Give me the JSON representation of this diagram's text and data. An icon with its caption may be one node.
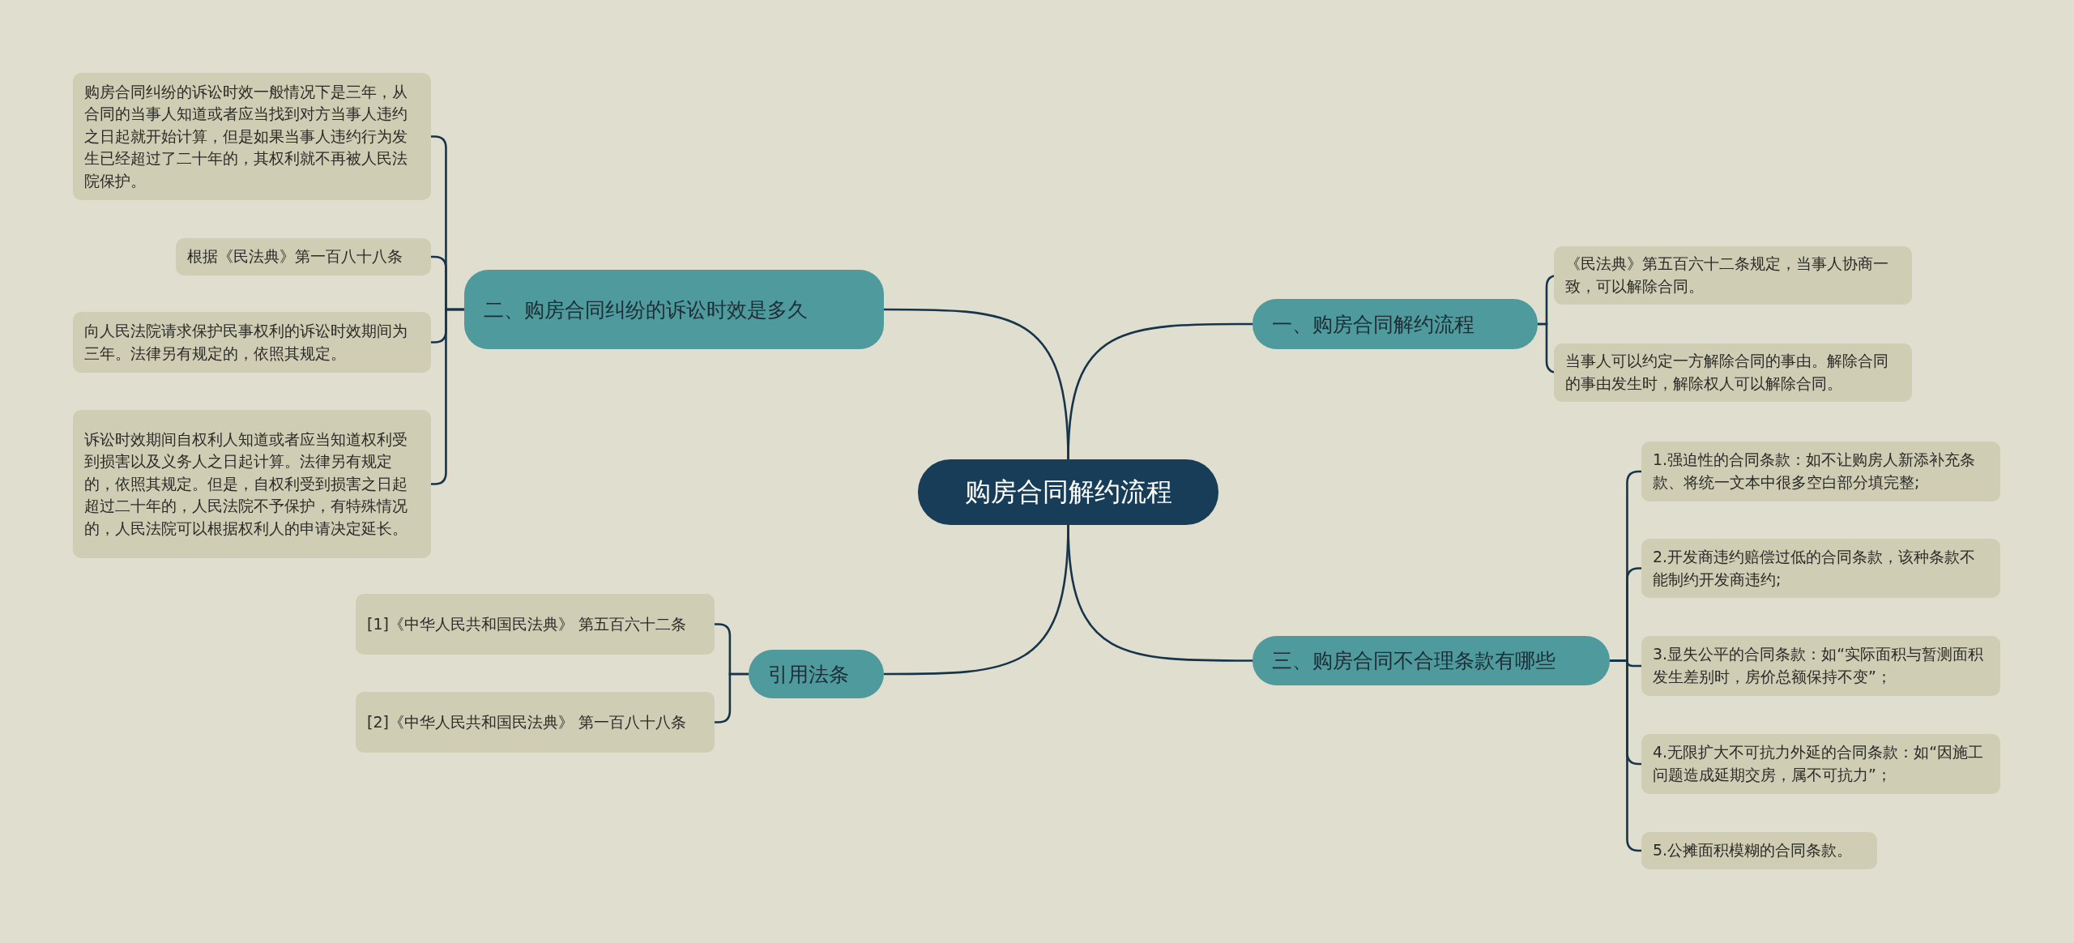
{
  "diagram": {
    "nodes": [
      {
        "text": [
          "购房合同解约流程"
        ]
      },
      {
        "text": [
          "一、购房合同解约流程"
        ]
      },
      {
        "text": [
          "《民法典》第五百六十二条规定，当事人协商一致，可以解除合同。"
        ]
      },
      {
        "text": [
          "当事人可以约定一方解除合同的事由。解除合同的事由发生时，解除权人可以解除合同。"
        ]
      },
      {
        "text": [
          "二、购房合同纠纷的诉讼时效是多久"
        ]
      },
      {
        "text": [
          "购房合同纠纷的诉讼时效一般情况下是三年，从合同的当事人知道或者应当找到对方当事人违约之日起就开始计算，但是如果当事人违约行为发生已经超过了二十年的，其权利就不再被人民法院保护。"
        ]
      },
      {
        "text": [
          "根据《民法典》第一百八十八条"
        ]
      },
      {
        "text": [
          "向人民法院请求保护民事权利的诉讼时效期间为三年。法律另有规定的，依照其规定。"
        ]
      },
      {
        "text": [
          "诉讼时效期间自权利人知道或者应当知道权利受到损害以及义务人之日起计算。法律另有规定的，依照其规定。但是，自权利受到损害之日起超过二十年的，人民法院不予保护，有特殊情况的，人民法院可以根据权利人的申请决定延长。"
        ]
      },
      {
        "text": [
          "三、购房合同不合理条款有哪些"
        ]
      },
      {
        "text": [
          "1.强迫性的合同条款：如不让购房人新添补充条款、将统一文本中很多空白部分填完整;"
        ]
      },
      {
        "text": [
          "2.开发商违约赔偿过低的合同条款，该种条款不能制约开发商违约;"
        ]
      },
      {
        "text": [
          "3.显失公平的合同条款：如“实际面积与暂测面积发生差别时，房价总额保持不变”；"
        ]
      },
      {
        "text": [
          "4.无限扩大不可抗力外延的合同条款：如“因施工问题造成延期交房，属不可抗力”；"
        ]
      },
      {
        "text": [
          "5.公摊面积模糊的合同条款。"
        ]
      },
      {
        "text": [
          "引用法条"
        ]
      },
      {
        "text": [
          "[1]《中华人民共和国民法典》 第五百六十二条"
        ]
      },
      {
        "text": [
          "[2]《中华人民共和国民法典》 第一百八十八条"
        ]
      }
    ],
    "edges": [
      {
        "from": 0,
        "to": 1,
        "arrow": "none"
      },
      {
        "from": 1,
        "to": 2,
        "arrow": "none"
      },
      {
        "from": 1,
        "to": 3,
        "arrow": "none"
      },
      {
        "from": 0,
        "to": 4,
        "arrow": "none"
      },
      {
        "from": 4,
        "to": 5,
        "arrow": "none"
      },
      {
        "from": 4,
        "to": 6,
        "arrow": "none"
      },
      {
        "from": 4,
        "to": 7,
        "arrow": "none"
      },
      {
        "from": 4,
        "to": 8,
        "arrow": "none"
      },
      {
        "from": 0,
        "to": 9,
        "arrow": "none"
      },
      {
        "from": 9,
        "to": 10,
        "arrow": "none"
      },
      {
        "from": 9,
        "to": 11,
        "arrow": "none"
      },
      {
        "from": 9,
        "to": 12,
        "arrow": "none"
      },
      {
        "from": 9,
        "to": 13,
        "arrow": "none"
      },
      {
        "from": 9,
        "to": 14,
        "arrow": "none"
      },
      {
        "from": 0,
        "to": 15,
        "arrow": "none"
      },
      {
        "from": 15,
        "to": 16,
        "arrow": "none"
      },
      {
        "from": 15,
        "to": 17,
        "arrow": "none"
      }
    ]
  }
}
